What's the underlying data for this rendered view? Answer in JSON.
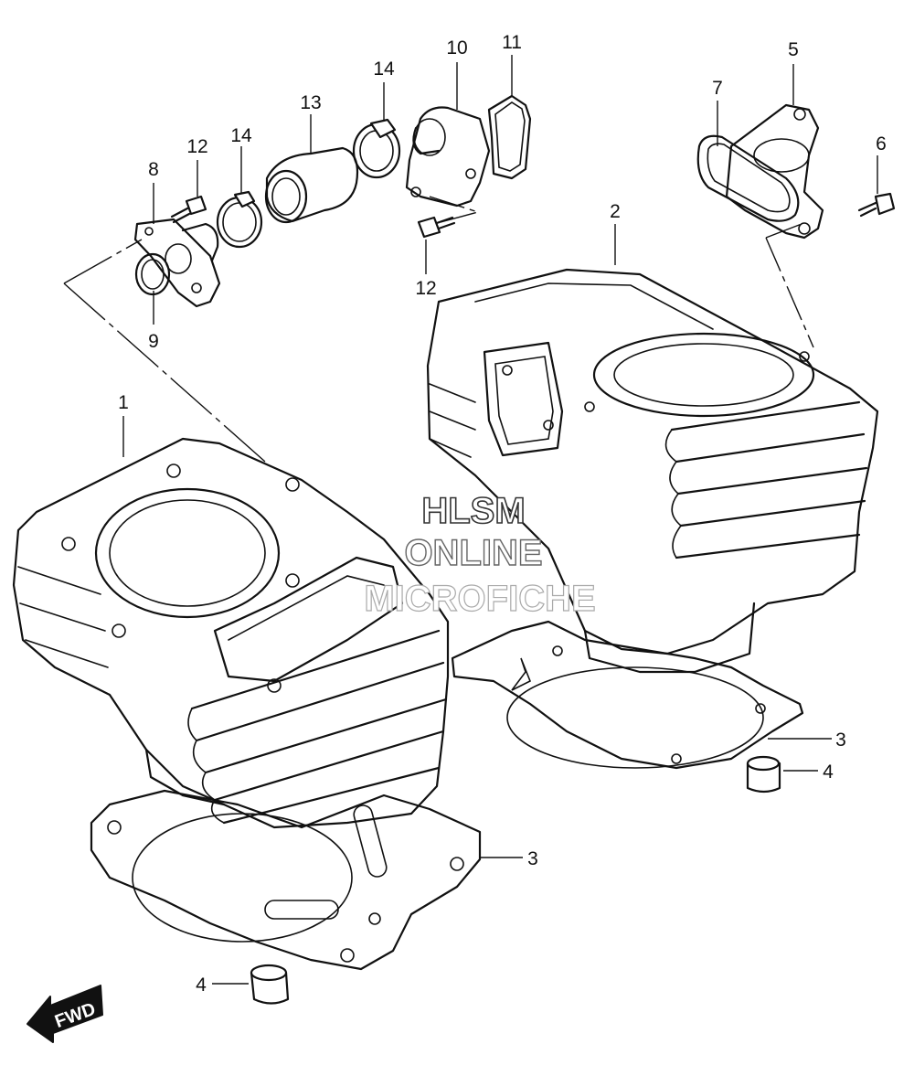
{
  "watermark": {
    "line1": "HLSM",
    "line2": "ONLINE",
    "line3": "MICROFICHE"
  },
  "fwd_label": "FWD",
  "callouts": {
    "c1": "1",
    "c2": "2",
    "c3a": "3",
    "c3b": "3",
    "c4a": "4",
    "c4b": "4",
    "c5": "5",
    "c6": "6",
    "c7": "7",
    "c8": "8",
    "c9": "9",
    "c10": "10",
    "c11": "11",
    "c12a": "12",
    "c12b": "12",
    "c13": "13",
    "c14a": "14",
    "c14b": "14"
  },
  "colors": {
    "line": "#111111",
    "background": "#ffffff",
    "watermark_stroke": "#666666"
  }
}
